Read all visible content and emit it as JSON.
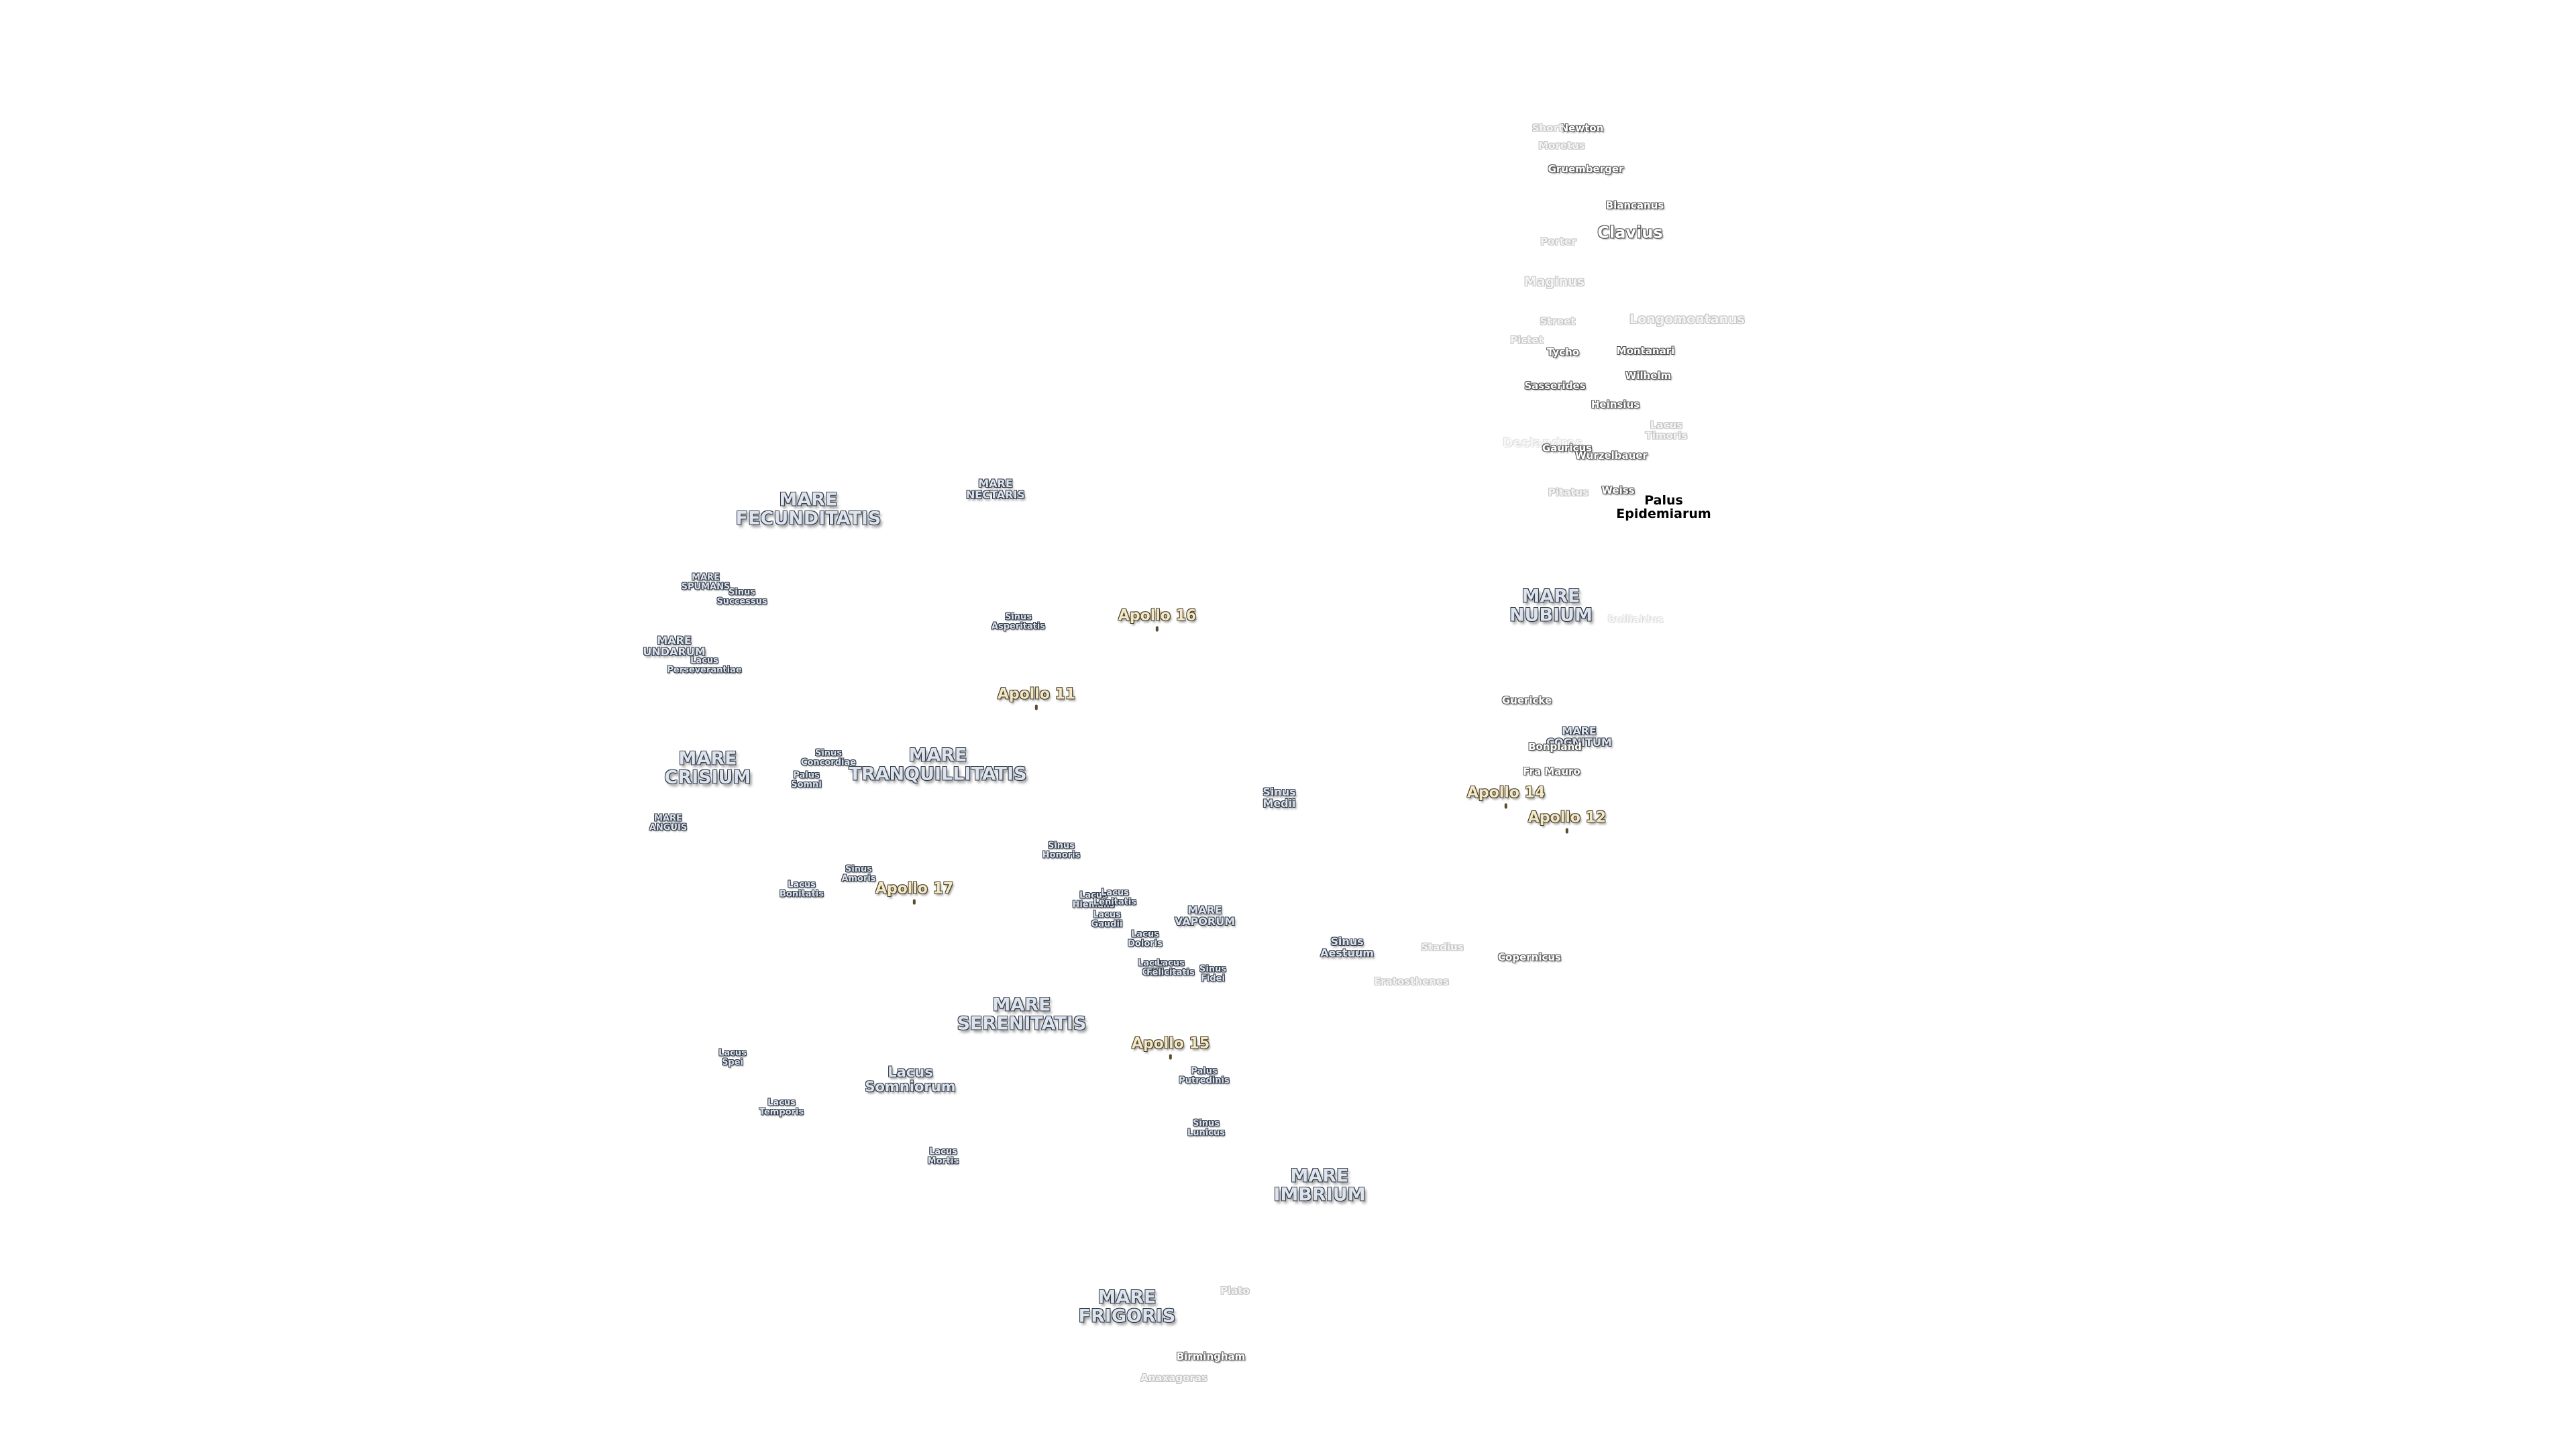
{
  "labels": [
    {
      "name": "mare-fecunditatis",
      "text": "MARE\nFECUNDITATIS",
      "kind": "sea"
    },
    {
      "name": "mare-nectaris",
      "text": "MARE\nNECTARIS",
      "kind": "sea-sm"
    },
    {
      "name": "mare-spumans",
      "text": "MARE\nSPUMANS",
      "kind": "feat-sm"
    },
    {
      "name": "sinus-successus",
      "text": "Sinus\nSuccessus",
      "kind": "feat-sm"
    },
    {
      "name": "mare-undarum",
      "text": "MARE\nUNDARUM",
      "kind": "sea-sm"
    },
    {
      "name": "lacus-perseverantiae",
      "text": "Lacus\nPerseverantiae",
      "kind": "feat-sm"
    },
    {
      "name": "sinus-asperitatis",
      "text": "Sinus\nAsperitatis",
      "kind": "feat-sm"
    },
    {
      "name": "apollo-16",
      "text": "Apollo 16",
      "kind": "apollo"
    },
    {
      "name": "apollo-11",
      "text": "Apollo 11",
      "kind": "apollo"
    },
    {
      "name": "mare-crisium",
      "text": "MARE\nCRISIUM",
      "kind": "sea"
    },
    {
      "name": "sinus-concordiae",
      "text": "Sinus\nConcordiae",
      "kind": "feat-sm"
    },
    {
      "name": "palus-somni",
      "text": "Palus\nSomni",
      "kind": "feat-sm"
    },
    {
      "name": "mare-tranquillitatis",
      "text": "MARE\nTRANQUILLITATIS",
      "kind": "sea"
    },
    {
      "name": "mare-anguis",
      "text": "MARE\nANGUIS",
      "kind": "feat-sm"
    },
    {
      "name": "lacus-bonitatis",
      "text": "Lacus\nBonitatis",
      "kind": "feat-sm"
    },
    {
      "name": "sinus-amoris",
      "text": "Sinus\nAmoris",
      "kind": "feat-sm"
    },
    {
      "name": "apollo-17",
      "text": "Apollo 17",
      "kind": "apollo"
    },
    {
      "name": "sinus-honoris",
      "text": "Sinus\nHonoris",
      "kind": "feat-sm"
    },
    {
      "name": "lacus-hiemalis",
      "text": "Lacus\nHiemalis",
      "kind": "feat-sm"
    },
    {
      "name": "lacus-lenitatis",
      "text": "Lacus\nLenitatis",
      "kind": "feat-sm"
    },
    {
      "name": "lacus-gaudii",
      "text": "Lacus\nGaudii",
      "kind": "feat-sm"
    },
    {
      "name": "lacus-doloris",
      "text": "Lacus\nDoloris",
      "kind": "feat-sm"
    },
    {
      "name": "mare-vaporum",
      "text": "MARE\nVAPORUM",
      "kind": "sea-sm"
    },
    {
      "name": "lacus-odii",
      "text": "Lacus\nOdii",
      "kind": "feat-sm"
    },
    {
      "name": "lacus-felicitatis",
      "text": "Lacus\nFelicitatis",
      "kind": "feat-sm"
    },
    {
      "name": "sinus-fidei",
      "text": "Sinus\nFidei",
      "kind": "feat-sm"
    },
    {
      "name": "sinus-medii",
      "text": "Sinus\nMedii",
      "kind": "sea-sm"
    },
    {
      "name": "mare-serenitatis",
      "text": "MARE\nSERENITATIS",
      "kind": "sea"
    },
    {
      "name": "apollo-15",
      "text": "Apollo 15",
      "kind": "apollo"
    },
    {
      "name": "palus-putredinis",
      "text": "Palus\nPutredinis",
      "kind": "feat-sm"
    },
    {
      "name": "lacus-spei",
      "text": "Lacus\nSpei",
      "kind": "feat-sm"
    },
    {
      "name": "lacus-somniorum",
      "text": "Lacus\nSomniorum",
      "kind": "feat"
    },
    {
      "name": "lacus-temporis",
      "text": "Lacus\nTemporis",
      "kind": "feat-sm"
    },
    {
      "name": "lacus-mortis",
      "text": "Lacus\nMortis",
      "kind": "feat-sm"
    },
    {
      "name": "sinus-lunicus",
      "text": "Sinus\nLunicus",
      "kind": "feat-sm"
    },
    {
      "name": "mare-imbrium",
      "text": "MARE\nIMBRIUM",
      "kind": "sea"
    },
    {
      "name": "mare-frigoris",
      "text": "MARE\nFRIGORIS",
      "kind": "sea"
    },
    {
      "name": "sinus-aestuum",
      "text": "Sinus\nAestuum",
      "kind": "sea-sm"
    },
    {
      "name": "mare-nubium",
      "text": "MARE\nNUBIUM",
      "kind": "sea"
    },
    {
      "name": "mare-cognitum",
      "text": "MARE\nCOGNITUM",
      "kind": "sea-sm"
    },
    {
      "name": "apollo-14",
      "text": "Apollo 14",
      "kind": "apollo"
    },
    {
      "name": "apollo-12",
      "text": "Apollo 12",
      "kind": "apollo"
    },
    {
      "name": "palus-epidemiarum",
      "text": "Palus\nEpidemiarum",
      "kind": "crater-mid faint"
    },
    {
      "name": "lacus-timoris",
      "text": "Lacus\nTimoris",
      "kind": "crater faint"
    },
    {
      "name": "crater-moretus",
      "text": "Moretus",
      "kind": "crater faint"
    },
    {
      "name": "crater-newton",
      "text": "Newton",
      "kind": "crater"
    },
    {
      "name": "crater-short",
      "text": "Short",
      "kind": "crater faint"
    },
    {
      "name": "crater-gruemberger",
      "text": "Gruemberger",
      "kind": "crater"
    },
    {
      "name": "crater-blancanus",
      "text": "Blancanus",
      "kind": "crater"
    },
    {
      "name": "crater-clavius",
      "text": "Clavius",
      "kind": "crater crater-big"
    },
    {
      "name": "crater-porter",
      "text": "Porter",
      "kind": "crater faint"
    },
    {
      "name": "crater-maginus",
      "text": "Maginus",
      "kind": "crater crater-mid faint"
    },
    {
      "name": "crater-street",
      "text": "Street",
      "kind": "crater faint"
    },
    {
      "name": "crater-longomontanus",
      "text": "Longomontanus",
      "kind": "crater crater-mid faint"
    },
    {
      "name": "crater-pictet",
      "text": "Pictet",
      "kind": "crater faint"
    },
    {
      "name": "crater-tycho",
      "text": "Tycho",
      "kind": "crater"
    },
    {
      "name": "crater-montanari",
      "text": "Montanari",
      "kind": "crater"
    },
    {
      "name": "crater-wilhelm",
      "text": "Wilhelm",
      "kind": "crater"
    },
    {
      "name": "crater-sasserides",
      "text": "Sasserides",
      "kind": "crater"
    },
    {
      "name": "crater-heinsius",
      "text": "Heinsius",
      "kind": "crater"
    },
    {
      "name": "crater-deslandres",
      "text": "Deslandres",
      "kind": "crater crater-mid faint2"
    },
    {
      "name": "crater-gauricus",
      "text": "Gauricus",
      "kind": "crater"
    },
    {
      "name": "crater-wurzelbauer",
      "text": "Wurzelbauer",
      "kind": "crater"
    },
    {
      "name": "crater-pitatus",
      "text": "Pitatus",
      "kind": "crater faint"
    },
    {
      "name": "crater-weiss",
      "text": "Weiss",
      "kind": "crater"
    },
    {
      "name": "crater-bullialdus",
      "text": "Bullialdus",
      "kind": "crater faint2"
    },
    {
      "name": "crater-guericke",
      "text": "Guericke",
      "kind": "crater"
    },
    {
      "name": "crater-bonpland",
      "text": "Bonpland",
      "kind": "crater"
    },
    {
      "name": "crater-fra-mauro",
      "text": "Fra Mauro",
      "kind": "crater"
    },
    {
      "name": "crater-stadius",
      "text": "Stadius",
      "kind": "crater faint"
    },
    {
      "name": "crater-copernicus",
      "text": "Copernicus",
      "kind": "crater"
    },
    {
      "name": "crater-eratosthenes",
      "text": "Eratosthenes",
      "kind": "crater faint"
    },
    {
      "name": "crater-plato",
      "text": "Plato",
      "kind": "crater faint"
    },
    {
      "name": "crater-birmingham",
      "text": "Birmingham",
      "kind": "crater"
    },
    {
      "name": "crater-anaxagoras",
      "text": "Anaxagoras",
      "kind": "crater faint"
    }
  ]
}
